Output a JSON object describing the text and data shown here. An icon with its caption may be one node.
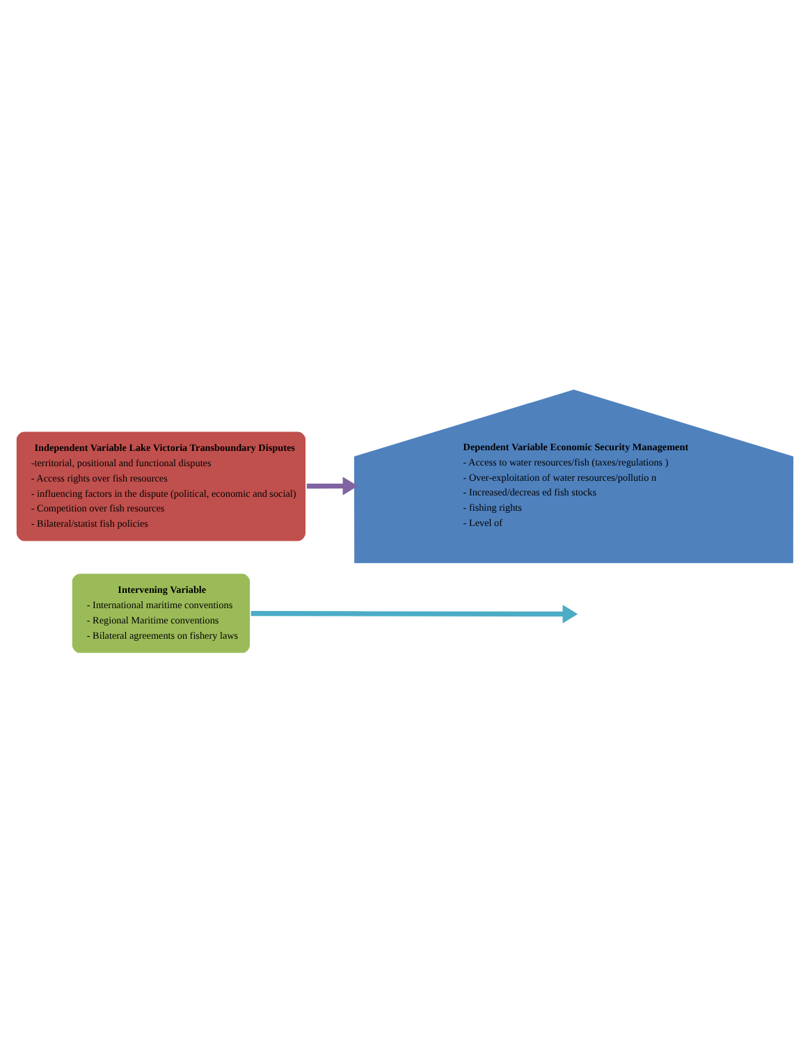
{
  "diagram": {
    "nodes": [
      {
        "text": [
          "Independent Variable Lake Victoria Transboundary Disputes",
          "-territorial, positional and functional disputes",
          "- Access rights over fish resources",
          "- influencing factors in the dispute (political, economic and social)",
          "- Competition over fish resources",
          "- Bilateral/statist fish policies"
        ]
      },
      {
        "text": [
          "Dependent Variable Economic Security Management",
          "- Access to water resources/fish (taxes/regulations )",
          "- Over-exploitation of water resources/pollutio n",
          "- Increased/decreas ed fish stocks",
          "- fishing rights",
          "- Level of"
        ]
      },
      {
        "text": [
          "Intervening Variable",
          "- International maritime conventions",
          "- Regional Maritime conventions",
          "- Bilateral agreements on fishery laws"
        ]
      }
    ],
    "edges": [
      {
        "from": 0,
        "to": 1,
        "arrow": "to",
        "color": "#8064a2"
      },
      {
        "from": 2,
        "to": null,
        "arrow": "to",
        "color": "#4bacc6"
      }
    ]
  }
}
